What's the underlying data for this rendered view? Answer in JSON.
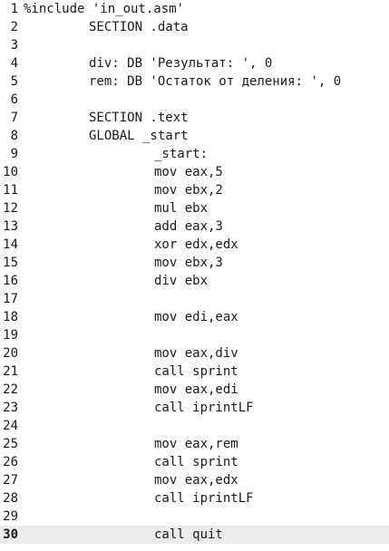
{
  "editor": {
    "current_line": 30,
    "lines": [
      {
        "n": "1",
        "indent": 0,
        "text": "%include 'in_out.asm'"
      },
      {
        "n": "2",
        "indent": 1,
        "text": "SECTION .data"
      },
      {
        "n": "3",
        "indent": 0,
        "text": ""
      },
      {
        "n": "4",
        "indent": 1,
        "text": "div: DB 'Результат: ', 0"
      },
      {
        "n": "5",
        "indent": 1,
        "text": "rem: DB 'Остаток от деления: ', 0"
      },
      {
        "n": "6",
        "indent": 0,
        "text": ""
      },
      {
        "n": "7",
        "indent": 1,
        "text": "SECTION .text"
      },
      {
        "n": "8",
        "indent": 1,
        "text": "GLOBAL _start"
      },
      {
        "n": "9",
        "indent": 2,
        "text": "_start:"
      },
      {
        "n": "10",
        "indent": 2,
        "text": "mov eax,5"
      },
      {
        "n": "11",
        "indent": 2,
        "text": "mov ebx,2"
      },
      {
        "n": "12",
        "indent": 2,
        "text": "mul ebx"
      },
      {
        "n": "13",
        "indent": 2,
        "text": "add eax,3"
      },
      {
        "n": "14",
        "indent": 2,
        "text": "xor edx,edx"
      },
      {
        "n": "15",
        "indent": 2,
        "text": "mov ebx,3"
      },
      {
        "n": "16",
        "indent": 2,
        "text": "div ebx"
      },
      {
        "n": "17",
        "indent": 0,
        "text": ""
      },
      {
        "n": "18",
        "indent": 2,
        "text": "mov edi,eax"
      },
      {
        "n": "19",
        "indent": 0,
        "text": ""
      },
      {
        "n": "20",
        "indent": 2,
        "text": "mov eax,div"
      },
      {
        "n": "21",
        "indent": 2,
        "text": "call sprint"
      },
      {
        "n": "22",
        "indent": 2,
        "text": "mov eax,edi"
      },
      {
        "n": "23",
        "indent": 2,
        "text": "call iprintLF"
      },
      {
        "n": "24",
        "indent": 0,
        "text": ""
      },
      {
        "n": "25",
        "indent": 2,
        "text": "mov eax,rem"
      },
      {
        "n": "26",
        "indent": 2,
        "text": "call sprint"
      },
      {
        "n": "27",
        "indent": 2,
        "text": "mov eax,edx"
      },
      {
        "n": "28",
        "indent": 2,
        "text": "call iprintLF"
      },
      {
        "n": "29",
        "indent": 0,
        "text": ""
      },
      {
        "n": "30",
        "indent": 2,
        "text": "call quit"
      }
    ]
  }
}
